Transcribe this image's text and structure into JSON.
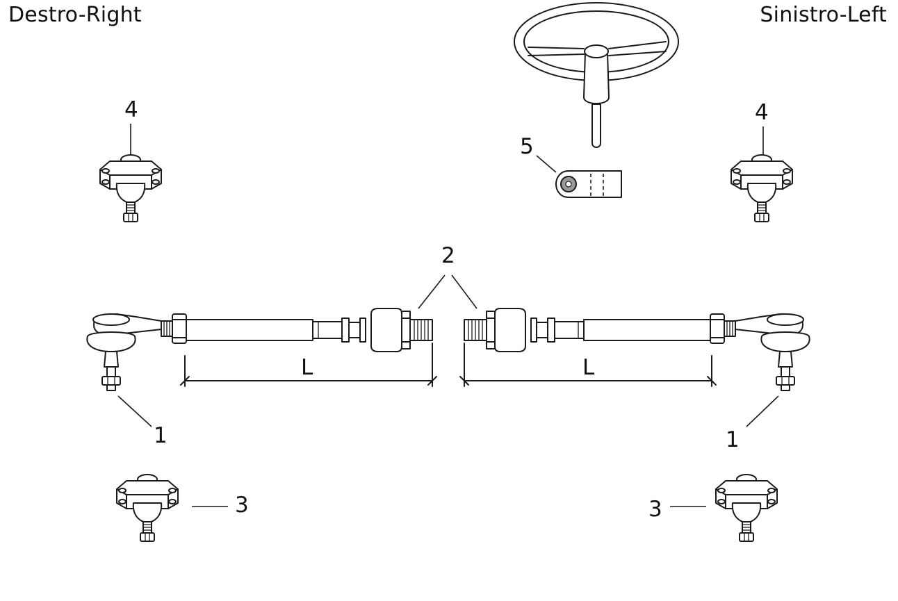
{
  "headings": {
    "right": "Destro-Right",
    "left": "Sinistro-Left"
  },
  "callouts": {
    "tie_rod_end": "1",
    "inner_tie_rod": "2",
    "lower_ball_joint": "3",
    "upper_ball_joint": "4",
    "pitman_arm": "5"
  },
  "dimension_label": "L",
  "colors": {
    "line": "#1a1a1a",
    "fill": "#ffffff",
    "hole": "#999999"
  }
}
